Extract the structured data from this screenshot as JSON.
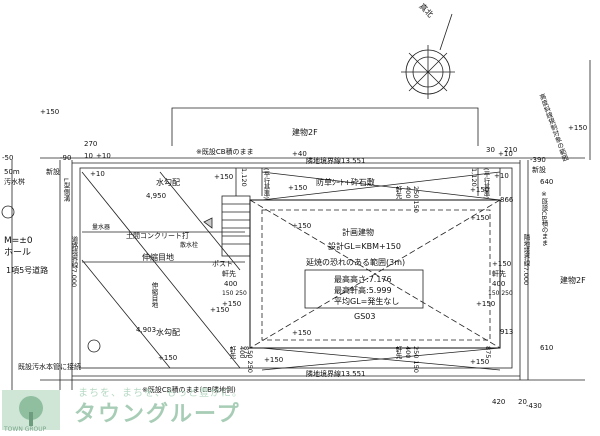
{
  "north_label": "真北",
  "buildings": {
    "top": "建物2F",
    "right": "建物2F"
  },
  "notes": {
    "existing_cb_top": "※既設CB積のまま",
    "existing_cb_bottom": "※既設CB積のまま(CB隣地側)",
    "existing_cb_right": "※既設CB積のまま",
    "sewer_connect": "既設汚水本管に接続",
    "boundary_top": "隣地境界線13.551",
    "boundary_bottom": "隣地境界線13.551",
    "boundary_right": "高度斜線規制対象の範囲",
    "road_left": "道路境界線7.000",
    "road_left_h": "L型側溝",
    "road_right": "隣地境界線7.000",
    "road_name": "1項5号道路",
    "manhole": "M=±0",
    "manhole2": "ホール",
    "manhole3": "50m",
    "manhole4": "汚水桝",
    "new1": "新設",
    "new2": "新設"
  },
  "labels": {
    "water_slope_top": "水勾配",
    "water_slope_bottom": "水勾配",
    "dim_4950": "4,950",
    "dim_4903": "4,903",
    "sheet_stone": "防草ｼｰﾄ+砕石敷",
    "concrete": "土間コンクリート打",
    "meter": "量水器",
    "faucet": "散水栓",
    "joint": "伸縮目地",
    "joint_v": "伸縮目地",
    "post": "ポスト",
    "eave1": "軒先",
    "eave1_v": "400",
    "eave2": "軒先",
    "eave2_v": "400",
    "eave3": "軒先",
    "eave3_v": "400",
    "eave4": "軒先",
    "eave4_v": "400",
    "eave5": "軒先",
    "eave5_v": "400",
    "plan_title": "計画建物",
    "design_gl": "設計GL=KBM+150",
    "fire_spread": "延焼の恐れのある範囲(3m)",
    "max_height": "最高高さ:7.176",
    "max_eave": "最高軒高:5.999",
    "avg_gl": "平均GL=発生なし",
    "gs": "GS03",
    "fence_top_left": "(平行基準)",
    "fence_top_right": "(平行基準)",
    "d1120a": "1,120",
    "d1120b": "1,120",
    "d866": "866",
    "d913": "913",
    "d875a": "875",
    "d875b": "875",
    "d150_250a": "150 250",
    "d150_250b": "150 250",
    "d250_150a": "250 150",
    "d250_150b": "250 150",
    "d150_250c": "150 250"
  },
  "levels": {
    "p150_a": "+150",
    "p150_b": "+150",
    "p150_c": "+150",
    "p150_d": "+150",
    "p150_e": "+150",
    "p150_f": "+150",
    "p150_g": "+150",
    "p150_h": "+150",
    "p150_i": "+150",
    "p150_j": "+150",
    "p150_k": "+150",
    "p150_l": "+150",
    "p150_m": "+150",
    "p150_n": "+150",
    "p150_o": "+150",
    "p40": "+40",
    "p10_a": "+10",
    "p10_b": "+10",
    "p10_c": "+10",
    "p10_d": "+10",
    "m90": "-90",
    "m390": "-390",
    "m430": "-430",
    "m50": "-50",
    "v270": "270",
    "v10": "10",
    "v30": "30",
    "v210": "210",
    "v640": "640",
    "v610": "610",
    "v420": "420",
    "v20": "20"
  },
  "watermark": {
    "tagline": "まちを、まちを、もっと豊かに。",
    "brand": "タウングループ",
    "sub": "TOWN GROUP"
  }
}
